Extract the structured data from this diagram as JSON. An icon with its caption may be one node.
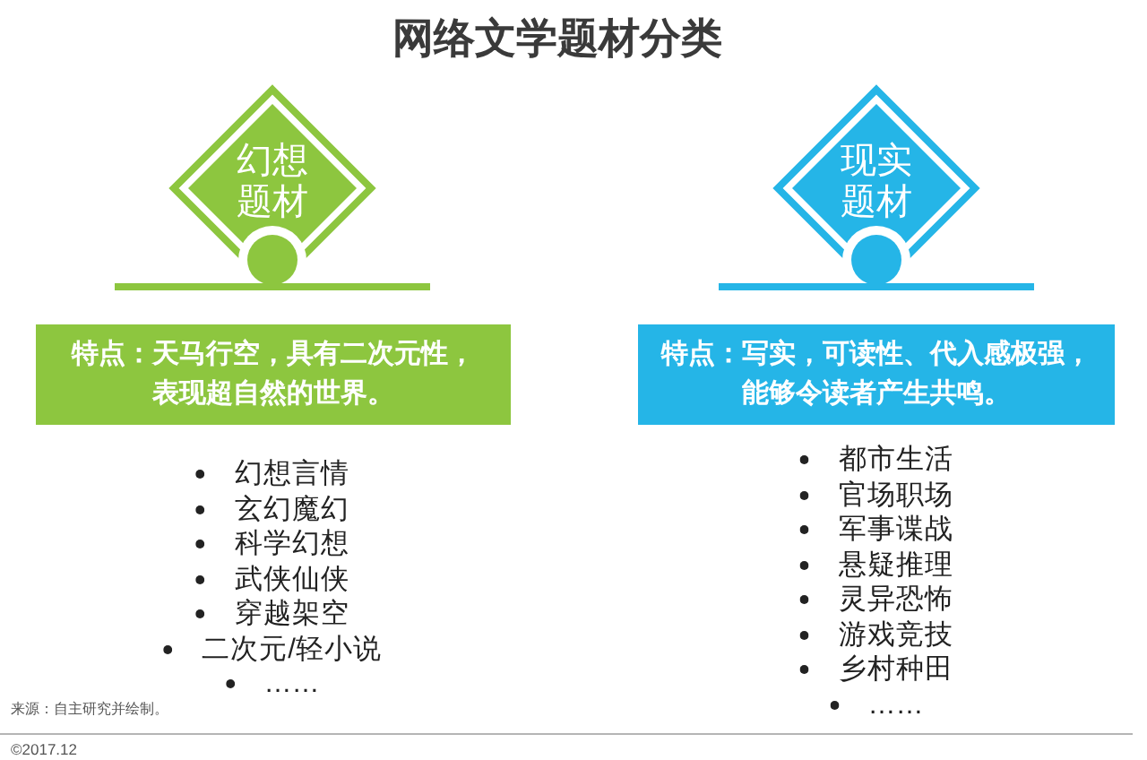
{
  "diagram": {
    "title": "网络文学题材分类",
    "nodes": [
      {
        "text": [
          "幻想题材"
        ]
      },
      {
        "text": [
          "特点：天马行空，具有二次元性，表现超自然的世界。"
        ]
      },
      {
        "text": [
          "现实题材"
        ]
      },
      {
        "text": [
          "特点：写实，可读性、代入感极强，能够令读者产生共鸣。"
        ]
      }
    ],
    "labels": [
      "幻想言情",
      "玄幻魔幻",
      "科学幻想",
      "武侠仙侠",
      "穿越架空",
      "二次元/轻小说",
      "……",
      "都市生活",
      "官场职场",
      "军事谍战",
      "悬疑推理",
      "灵异恐怖",
      "游戏竞技",
      "乡村种田",
      "……",
      "来源：自主研究并绘制。",
      "©2017.12"
    ]
  }
}
